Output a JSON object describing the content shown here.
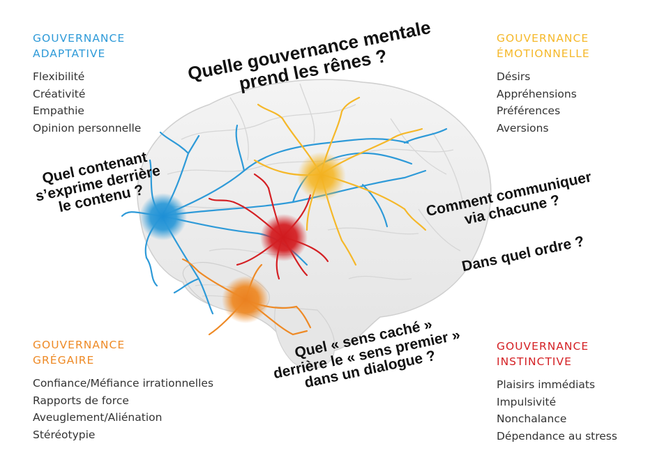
{
  "colors": {
    "adaptive": "#2e9ad8",
    "emotional": "#f5b82a",
    "gregarious": "#ee8a26",
    "instinctive": "#d42024",
    "text": "#333333"
  },
  "quadrants": {
    "adaptive": {
      "title": [
        "GOUVERNANCE",
        "ADAPTATIVE"
      ],
      "items": [
        "Flexibilité",
        "Créativité",
        "Empathie",
        "Opinion personnelle"
      ]
    },
    "emotional": {
      "title": [
        "GOUVERNANCE",
        "ÉMOTIONNELLE"
      ],
      "items": [
        "Désirs",
        "Appréhensions",
        "Préférences",
        "Aversions"
      ]
    },
    "gregarious": {
      "title": [
        "GOUVERNANCE",
        "GRÉGAIRE"
      ],
      "items": [
        "Confiance/Méfiance irrationnelles",
        "Rapports de force",
        "Aveuglement/Aliénation",
        "Stéréotypie"
      ]
    },
    "instinctive": {
      "title": [
        "GOUVERNANCE",
        "INSTINCTIVE"
      ],
      "items": [
        "Plaisirs immédiats",
        "Impulsivité",
        "Nonchalance",
        "Dépendance au stress"
      ]
    }
  },
  "questions": {
    "main": [
      "Quelle gouvernance mentale",
      "prend les rênes ?"
    ],
    "container": [
      "Quel contenant",
      "s’exprime derrière",
      "le contenu ?"
    ],
    "communicate": [
      "Comment communiquer",
      "via chacune ?"
    ],
    "order": [
      "Dans quel ordre ?"
    ],
    "hidden": [
      "Quel « sens caché »",
      "derrière le « sens premier »",
      "dans un dialogue ?"
    ]
  }
}
